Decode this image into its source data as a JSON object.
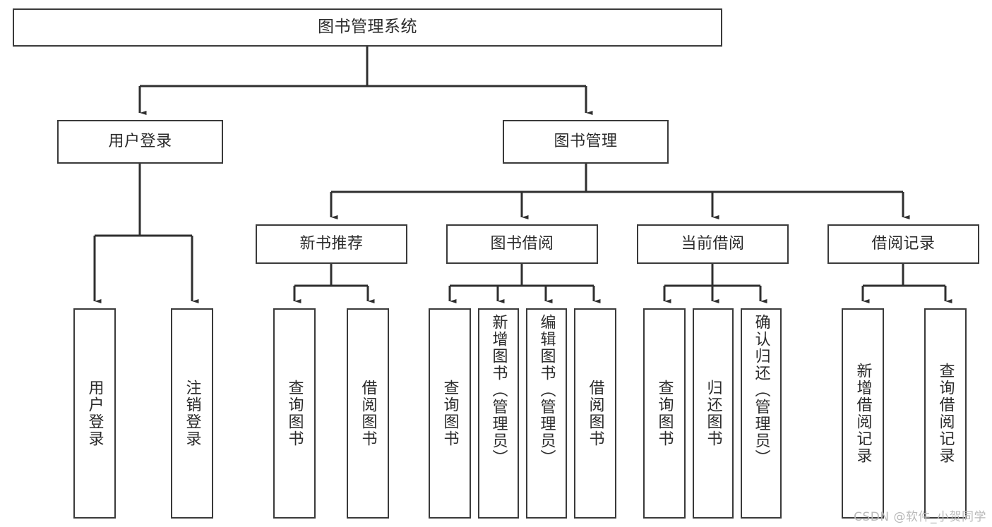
{
  "diagram": {
    "title": "图书管理系统",
    "type": "function-structure-tree",
    "watermark": "CSDN @软件_小贺同学",
    "colors": {
      "box_border": "#3a3a3a",
      "box_fill": "#ffffff",
      "connector": "#2f2f2f",
      "text": "#2b2b2b",
      "background": "#ffffff",
      "watermark": "#b9b9b9"
    },
    "levels": {
      "root": "图书管理系统",
      "level2": [
        "用户登录",
        "图书管理"
      ],
      "level3": [
        "新书推荐",
        "图书借阅",
        "当前借阅",
        "借阅记录"
      ]
    }
  },
  "nodes": {
    "root": {
      "label": "图书管理系统"
    },
    "user_login": {
      "label": "用户登录"
    },
    "book_manage": {
      "label": "图书管理"
    },
    "new_book_rec": {
      "label": "新书推荐"
    },
    "book_borrow": {
      "label": "图书借阅"
    },
    "current_borrow": {
      "label": "当前借阅"
    },
    "borrow_record": {
      "label": "借阅记录"
    },
    "leaf_user_login": {
      "label": "用户登录"
    },
    "leaf_logout": {
      "label": "注销登录"
    },
    "leaf_query_book_1": {
      "label": "查询图书"
    },
    "leaf_borrow_book_1": {
      "label": "借阅图书"
    },
    "leaf_query_book_2": {
      "label": "查询图书"
    },
    "leaf_add_book_admin": {
      "label": "新增图书（管理员）"
    },
    "leaf_edit_book_admin": {
      "label": "编辑图书（管理员）"
    },
    "leaf_borrow_book_2": {
      "label": "借阅图书"
    },
    "leaf_query_book_3": {
      "label": "查询图书"
    },
    "leaf_return_book": {
      "label": "归还图书"
    },
    "leaf_confirm_return_admin": {
      "label": "确认归还（管理员）"
    },
    "leaf_add_borrow_record": {
      "label": "新增借阅记录"
    },
    "leaf_query_borrow_record": {
      "label": "查询借阅记录"
    }
  },
  "tree": {
    "label": "图书管理系统",
    "children": [
      {
        "label": "用户登录",
        "children": [
          {
            "label": "用户登录"
          },
          {
            "label": "注销登录"
          }
        ]
      },
      {
        "label": "图书管理",
        "children": [
          {
            "label": "新书推荐",
            "children": [
              {
                "label": "查询图书"
              },
              {
                "label": "借阅图书"
              }
            ]
          },
          {
            "label": "图书借阅",
            "children": [
              {
                "label": "查询图书"
              },
              {
                "label": "新增图书（管理员）"
              },
              {
                "label": "编辑图书（管理员）"
              },
              {
                "label": "借阅图书"
              }
            ]
          },
          {
            "label": "当前借阅",
            "children": [
              {
                "label": "查询图书"
              },
              {
                "label": "归还图书"
              },
              {
                "label": "确认归还（管理员）"
              }
            ]
          },
          {
            "label": "借阅记录",
            "children": [
              {
                "label": "新增借阅记录"
              },
              {
                "label": "查询借阅记录"
              }
            ]
          }
        ]
      }
    ]
  }
}
